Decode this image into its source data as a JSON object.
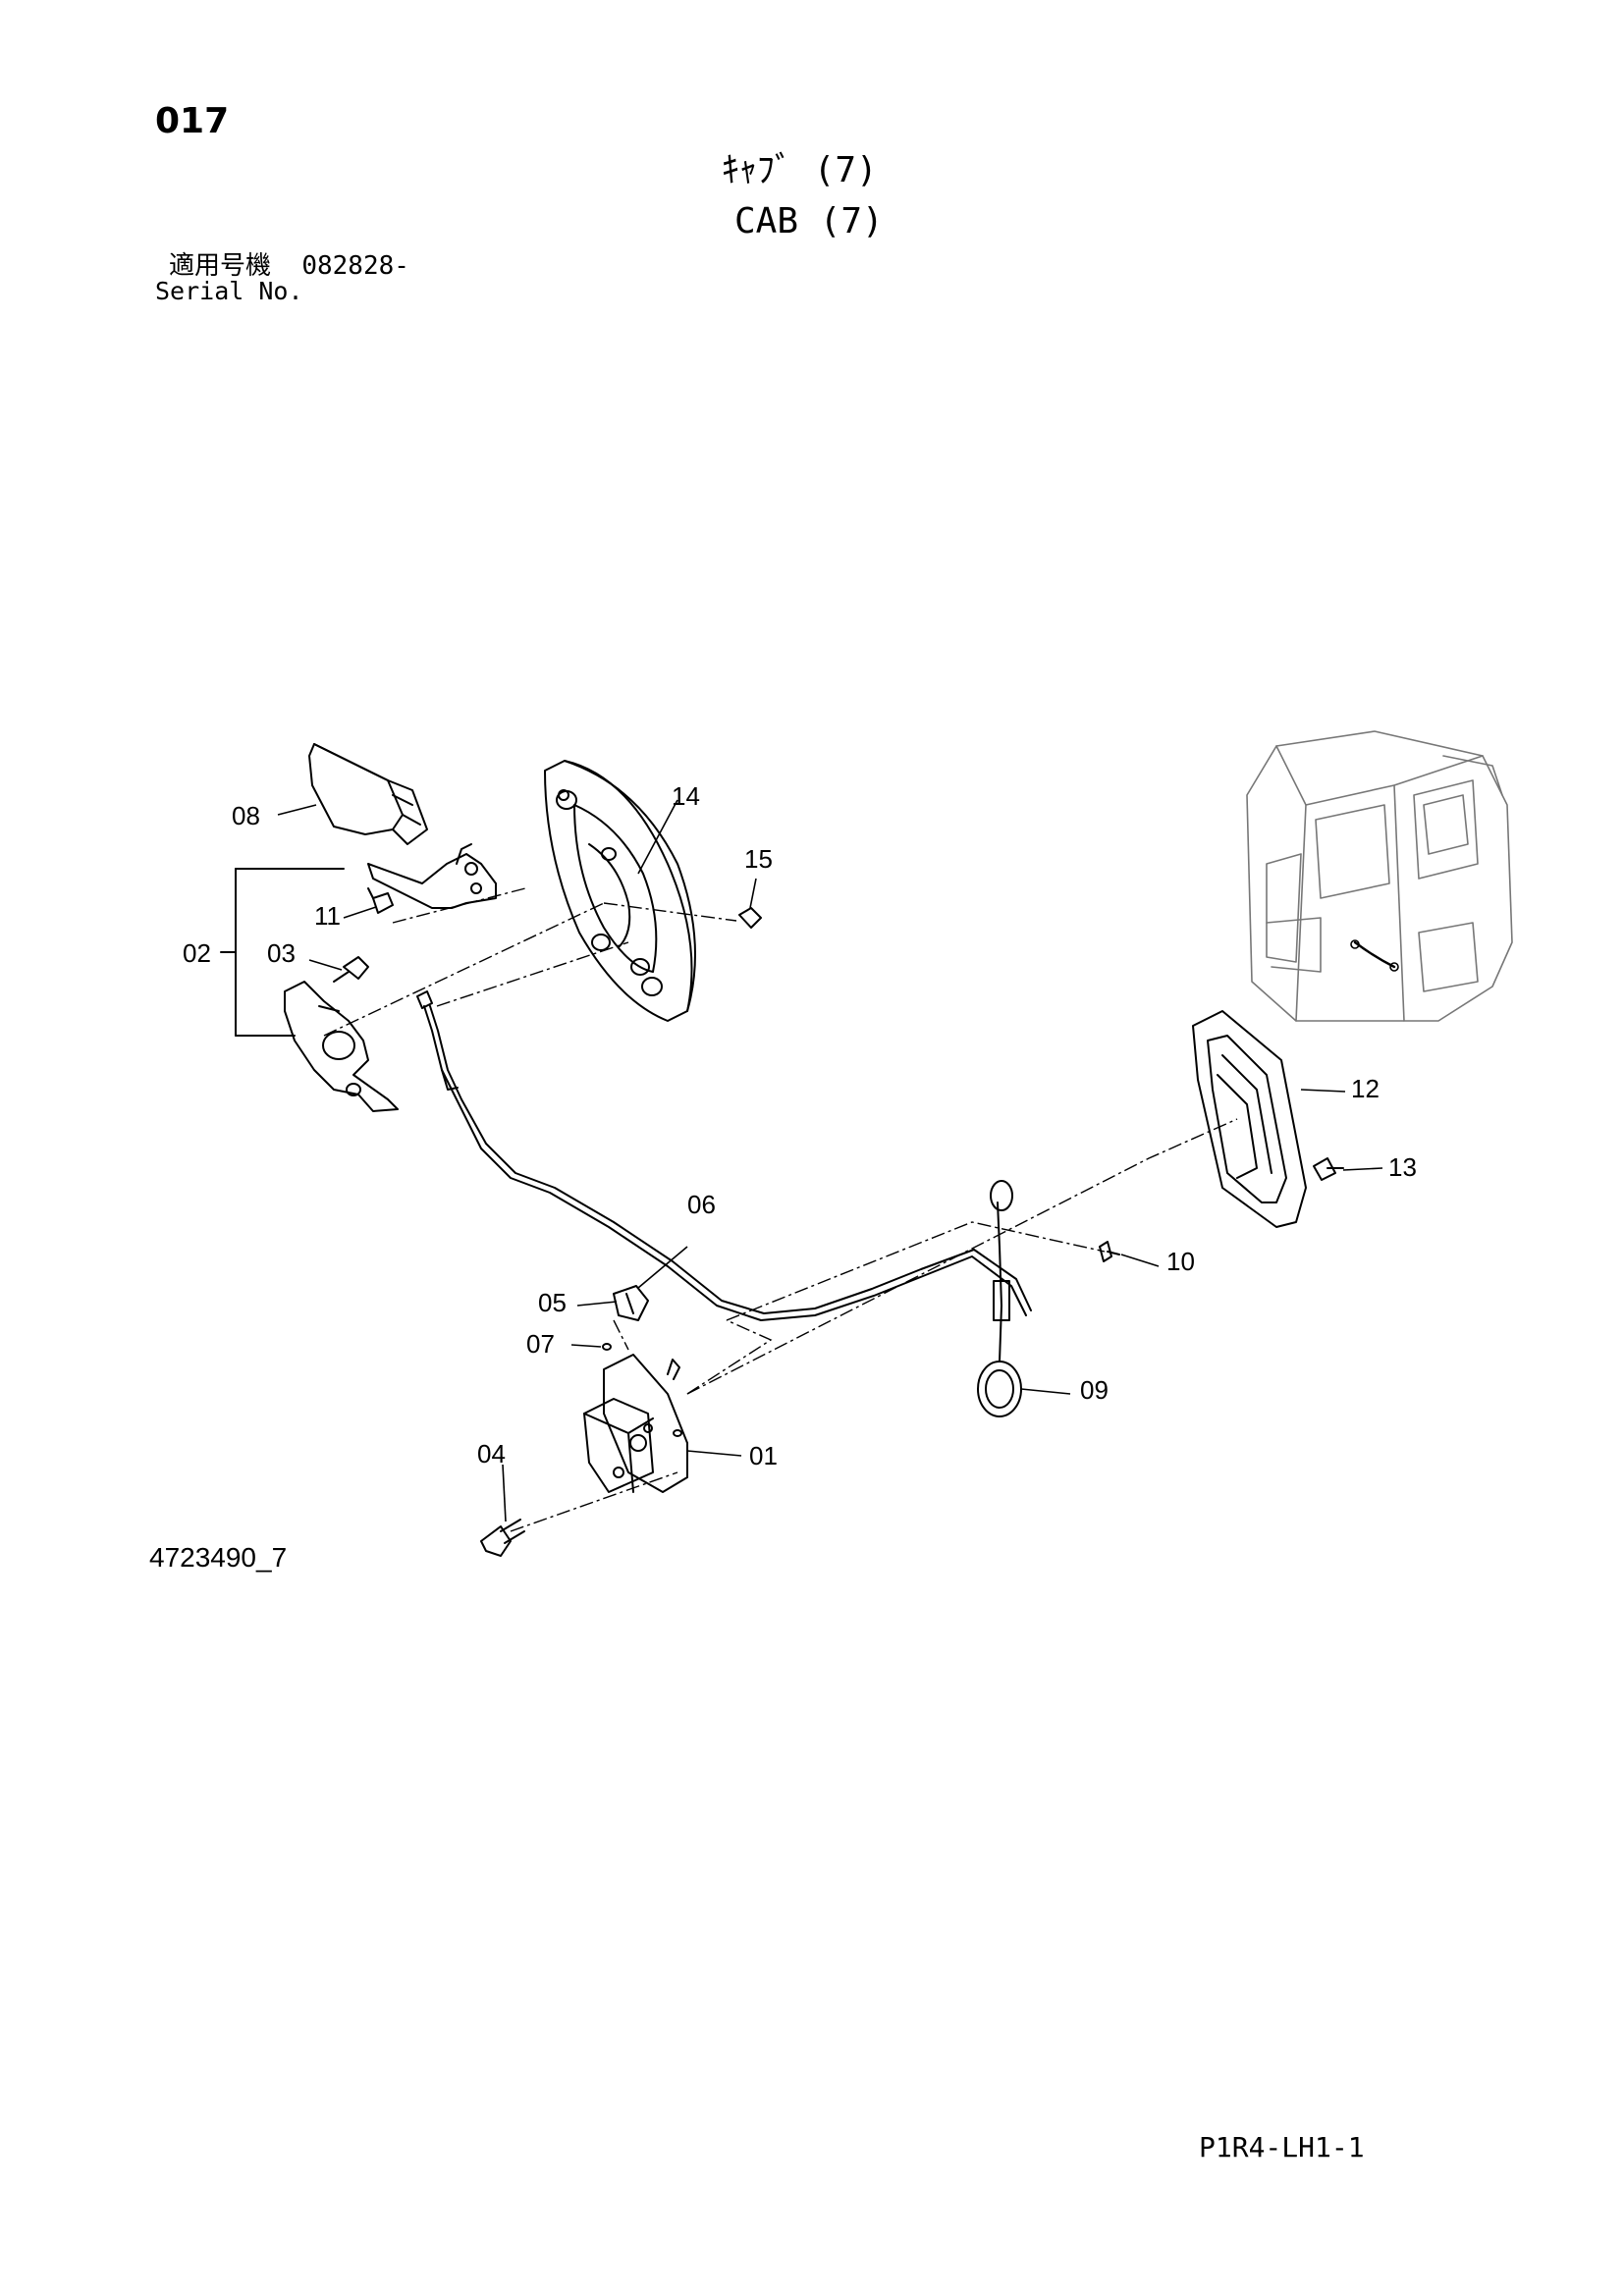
{
  "header": {
    "page_number": "017",
    "title_jp": "ｷｬﾌﾞ (7)",
    "title_en": "CAB (7)",
    "serial_label_jp": "適用号機",
    "serial_value": "082828-",
    "serial_label_en": "Serial No."
  },
  "diagram": {
    "callouts": [
      "01",
      "02",
      "03",
      "04",
      "05",
      "06",
      "07",
      "08",
      "09",
      "10",
      "11",
      "12",
      "13",
      "14",
      "15"
    ],
    "drawing_number": "4723490_7"
  },
  "footer": {
    "page_code": "P1R4-LH1-1"
  }
}
